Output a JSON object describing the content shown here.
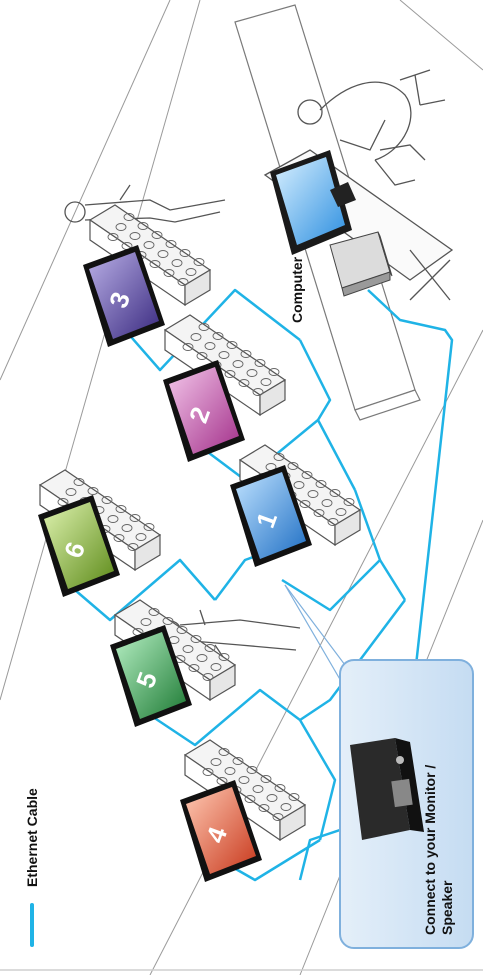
{
  "legend": {
    "label": "Ethernet Cable",
    "line_color": "#1fb3e6"
  },
  "computer_label": "Computer",
  "callout": {
    "line1": "Connect to your Monitor /",
    "line2": "Speaker",
    "background": "#cfe3f5",
    "border": "#7fb0dd"
  },
  "units": [
    {
      "number": "1",
      "screen_color": "#2e86d4"
    },
    {
      "number": "2",
      "screen_color": "#c04aa6"
    },
    {
      "number": "3",
      "screen_color": "#4b3a96"
    },
    {
      "number": "4",
      "screen_color": "#e0502e"
    },
    {
      "number": "5",
      "screen_color": "#2e9a46"
    },
    {
      "number": "6",
      "screen_color": "#7aa52a"
    }
  ],
  "colors": {
    "cable": "#1fb3e6",
    "line_art": "#555555",
    "floor": "#9a9a9a"
  }
}
